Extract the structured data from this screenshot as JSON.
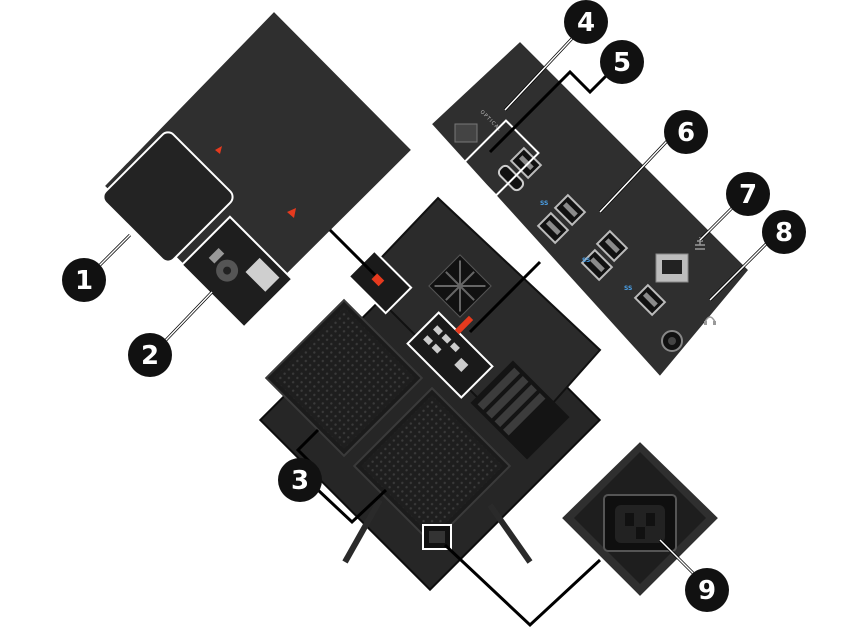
{
  "callouts": [
    {
      "id": 1,
      "label": "1"
    },
    {
      "id": 2,
      "label": "2"
    },
    {
      "id": 3,
      "label": "3"
    },
    {
      "id": 4,
      "label": "4"
    },
    {
      "id": 5,
      "label": "5"
    },
    {
      "id": 6,
      "label": "6"
    },
    {
      "id": 7,
      "label": "7"
    },
    {
      "id": 8,
      "label": "8"
    },
    {
      "id": 9,
      "label": "9"
    }
  ],
  "panel_text": {
    "optical": "OPTICAL",
    "ss1": "SS",
    "ss2": "SS",
    "ss3": "SS"
  },
  "colors": {
    "panel": "#2f2f2f",
    "panel_dark": "#1c1c1c",
    "accent_red": "#e63a1e",
    "outline": "#ffffff",
    "callout_bg": "#111111",
    "usb_blue": "#4a9fe6"
  }
}
